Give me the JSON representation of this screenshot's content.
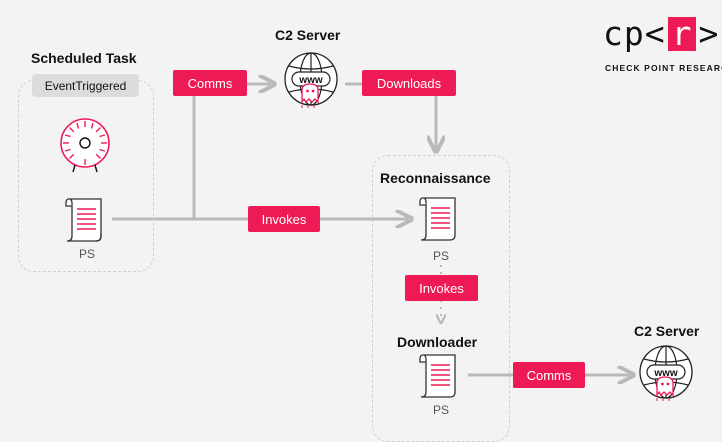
{
  "logo": {
    "left": "cp<",
    "mark": "r",
    "right": ">",
    "subtitle": "CHECK POINT RESEARCH"
  },
  "scheduled_task": {
    "title": "Scheduled Task",
    "chip": "EventTriggered",
    "ps_label": "PS"
  },
  "c2_top": {
    "title": "C2 Server",
    "www": "www"
  },
  "c2_bottom": {
    "title": "C2 Server",
    "www": "www"
  },
  "reconnaissance": {
    "title": "Reconnaissance",
    "ps_label": "PS"
  },
  "downloader": {
    "title": "Downloader",
    "ps_label": "PS"
  },
  "tags": {
    "comms_top": "Comms",
    "downloads": "Downloads",
    "invokes_main": "Invokes",
    "invokes_mid": "Invokes",
    "comms_bottom": "Comms"
  },
  "colors": {
    "accent": "#ee1a55",
    "arrow": "#b9b9b9",
    "group_border": "#cfcfcf",
    "background": "#f3f3f3"
  }
}
